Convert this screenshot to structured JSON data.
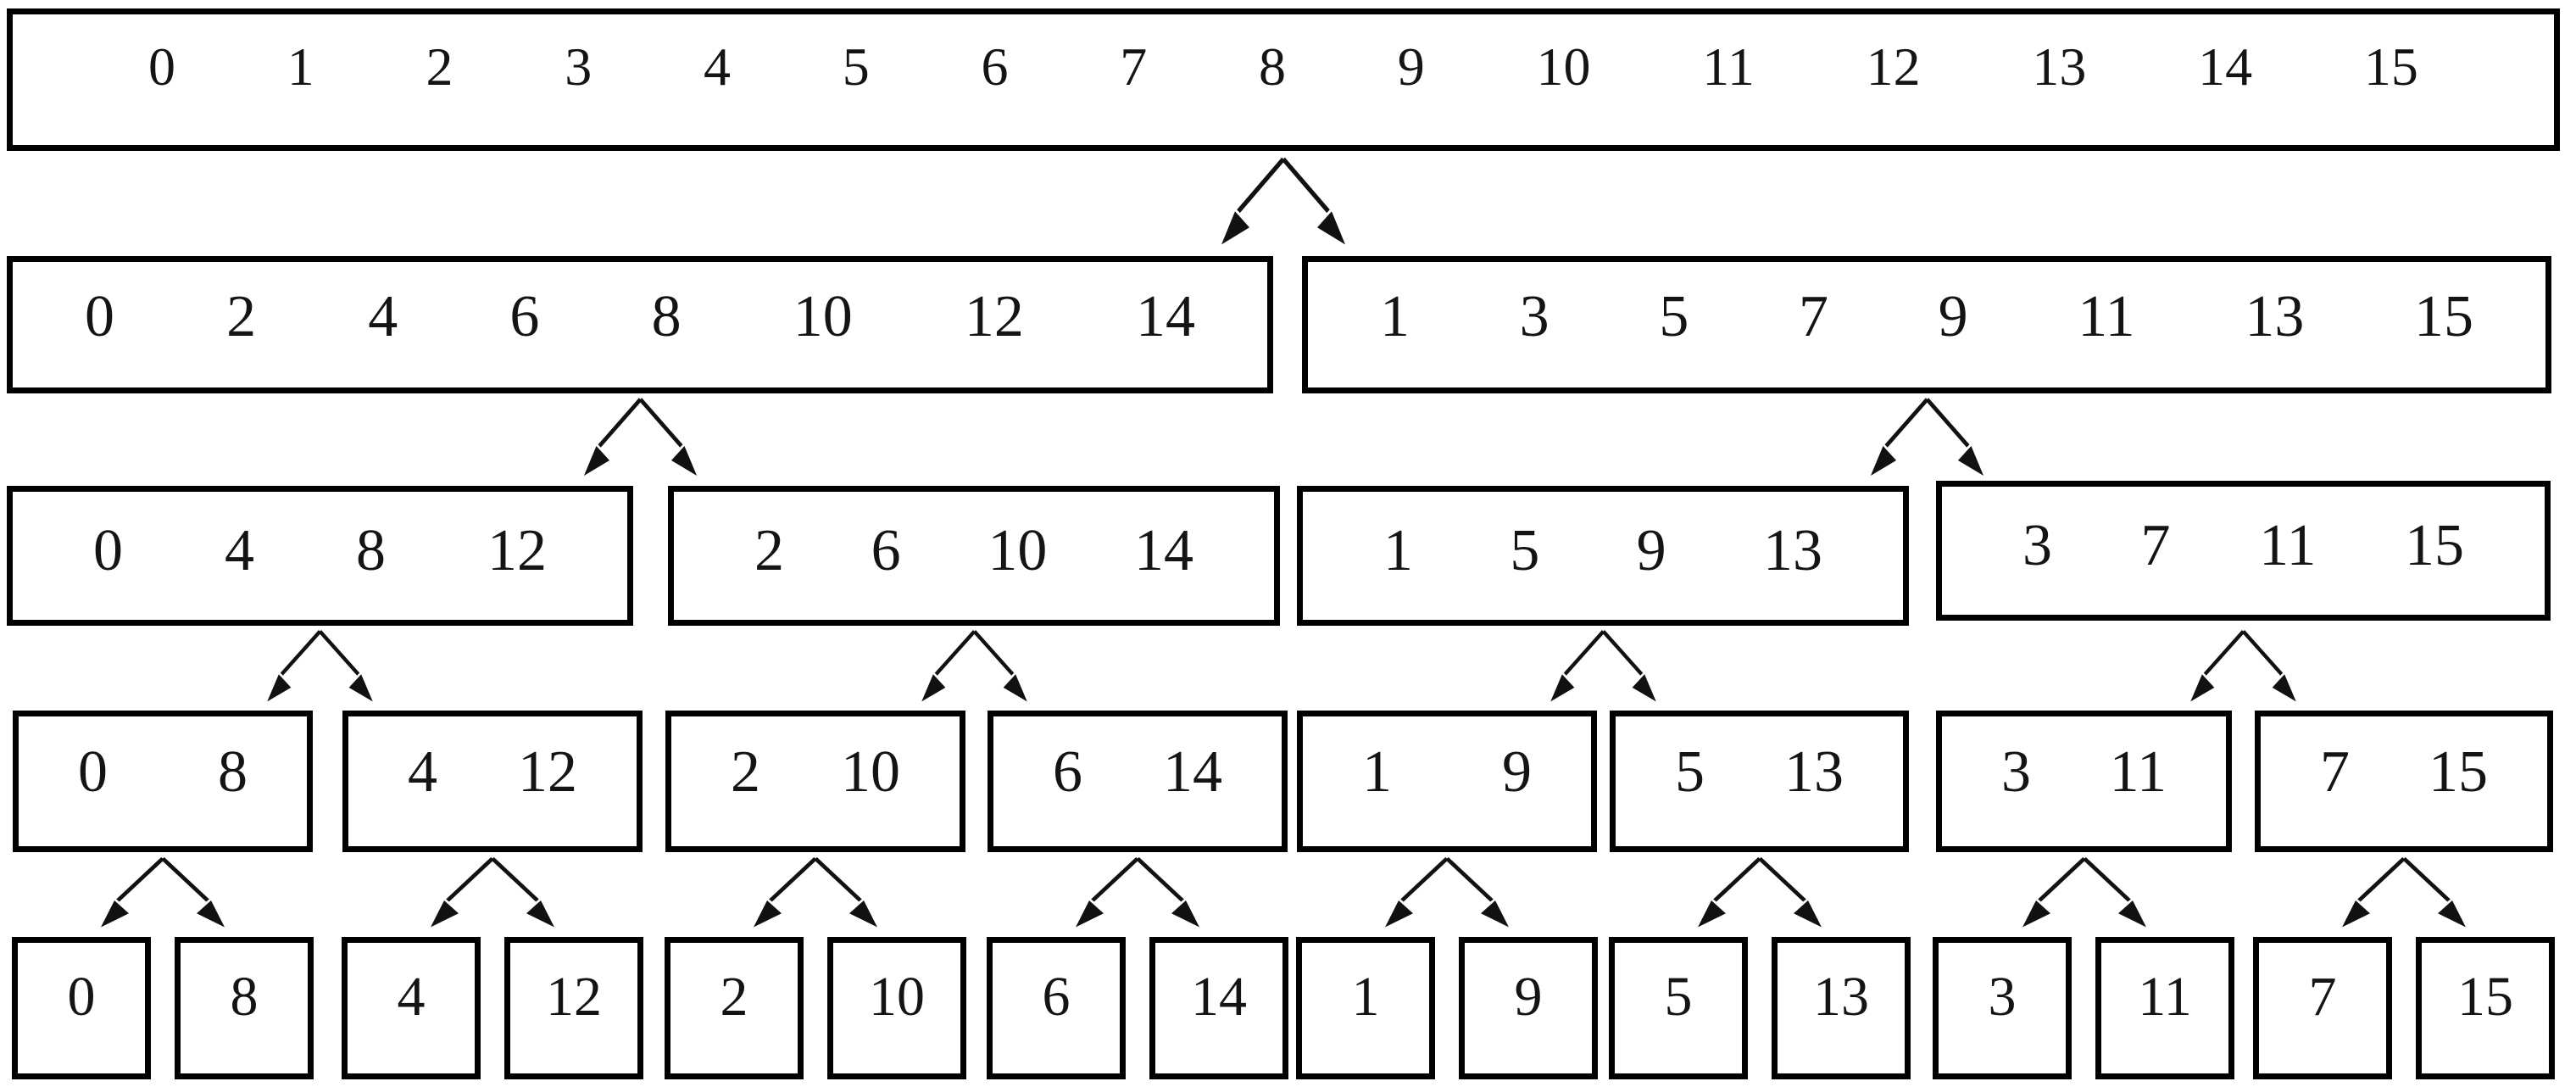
{
  "diagram": {
    "levels": [
      {
        "boxes": [
          [
            "0",
            "1",
            "2",
            "3",
            "4",
            "5",
            "6",
            "7",
            "8",
            "9",
            "10",
            "11",
            "12",
            "13",
            "14",
            "15"
          ]
        ]
      },
      {
        "boxes": [
          [
            "0",
            "2",
            "4",
            "6",
            "8",
            "10",
            "12",
            "14"
          ],
          [
            "1",
            "3",
            "5",
            "7",
            "9",
            "11",
            "13",
            "15"
          ]
        ]
      },
      {
        "boxes": [
          [
            "0",
            "4",
            "8",
            "12"
          ],
          [
            "2",
            "6",
            "10",
            "14"
          ],
          [
            "1",
            "5",
            "9",
            "13"
          ],
          [
            "3",
            "7",
            "11",
            "15"
          ]
        ]
      },
      {
        "boxes": [
          [
            "0",
            "8"
          ],
          [
            "4",
            "12"
          ],
          [
            "2",
            "10"
          ],
          [
            "6",
            "14"
          ],
          [
            "1",
            "9"
          ],
          [
            "5",
            "13"
          ],
          [
            "3",
            "11"
          ],
          [
            "7",
            "15"
          ]
        ]
      },
      {
        "boxes": [
          [
            "0"
          ],
          [
            "8"
          ],
          [
            "4"
          ],
          [
            "12"
          ],
          [
            "2"
          ],
          [
            "10"
          ],
          [
            "6"
          ],
          [
            "14"
          ],
          [
            "1"
          ],
          [
            "9"
          ],
          [
            "5"
          ],
          [
            "13"
          ],
          [
            "3"
          ],
          [
            "11"
          ],
          [
            "7"
          ],
          [
            "15"
          ]
        ]
      }
    ]
  },
  "icons": {
    "split_arrow": "split-arrow-icon"
  },
  "colors": {
    "box_border": "#000000",
    "text": "#141414",
    "arrow": "#111111",
    "background": "#ffffff"
  }
}
